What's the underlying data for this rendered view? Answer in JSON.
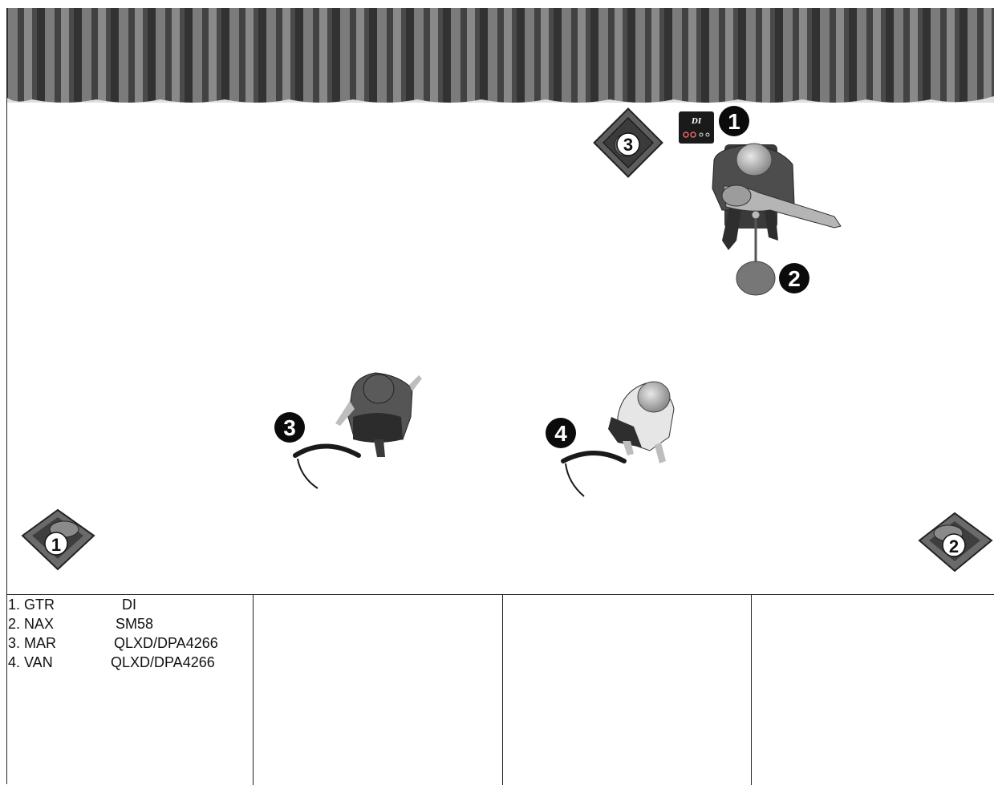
{
  "stage": {
    "backdrop": "curtain",
    "curtain_color": "#5a5a5a"
  },
  "markers": [
    {
      "id": "marker-1-di",
      "number": "1",
      "style": "black-circle"
    },
    {
      "id": "marker-2-mic-stand",
      "number": "2",
      "style": "black-circle"
    },
    {
      "id": "marker-3-performer",
      "number": "3",
      "style": "black-circle"
    },
    {
      "id": "marker-4-performer",
      "number": "4",
      "style": "black-circle"
    },
    {
      "id": "wedge-3-label",
      "number": "3",
      "style": "white-circle"
    },
    {
      "id": "wedge-1-label",
      "number": "1",
      "style": "white-circle"
    },
    {
      "id": "wedge-2-label",
      "number": "2",
      "style": "white-circle"
    }
  ],
  "di_box": {
    "label": "DI"
  },
  "input_list": [
    {
      "label": "1. GTR",
      "mic": "DI"
    },
    {
      "label": "2. NAX",
      "mic": "SM58"
    },
    {
      "label": "3. MAR",
      "mic": "QLXD/DPA4266"
    },
    {
      "label": "4. VAN",
      "mic": "QLXD/DPA4266"
    }
  ]
}
